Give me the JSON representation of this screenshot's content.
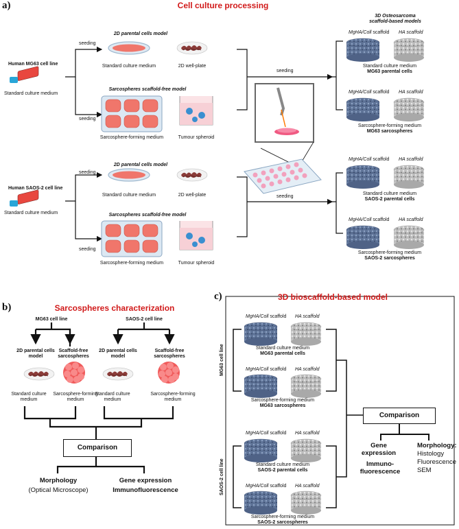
{
  "panel_a": {
    "letter": "a)",
    "title": "Cell culture processing",
    "models_title_l1": "3D Osteosarcoma",
    "models_title_l2": "scaffold-based models",
    "seeding": "seeding",
    "mg63": {
      "line": "Human MG63 cell line",
      "medium": "Standard culture medium",
      "parental_title": "2D parental cells model",
      "parental_medium": "Standard culture medium",
      "well_plate": "2D well-plate",
      "sarco_title": "Sarcospheres scaffold-free model",
      "sarco_medium": "Sarcosphere-forming medium",
      "spheroid": "Tumour spheroid",
      "out1_l1": "Standard culture medium",
      "out1_l2": "MG63 parental cells",
      "out2_l1": "Sarcosphere-forming medium",
      "out2_l2": "MG63 sarcospheres"
    },
    "saos": {
      "line": "Human SAOS-2 cell line",
      "medium": "Standard culture medium",
      "parental_title": "2D parental cells model",
      "parental_medium": "Standard culture medium",
      "well_plate": "2D well-plate",
      "sarco_title": "Sarcospheres scaffold-free model",
      "sarco_medium": "Sarcosphere-forming medium",
      "spheroid": "Tumour spheroid",
      "out1_l1": "Standard culture medium",
      "out1_l2": "SAOS-2 parental cells",
      "out2_l1": "Sarcosphere-forming medium",
      "out2_l2": "SAOS-2 sarcospheres"
    },
    "mghacoll_italic": "MgHA/Coll",
    "scaffold_word": " scaffold",
    "ha_scaffold": "HA scaffold"
  },
  "panel_b": {
    "letter": "b)",
    "title": "Sarcospheres characterization",
    "mg63_line": "MG63 cell line",
    "saos_line": "SAOS-2 cell line",
    "parental_l1": "2D parental cells",
    "parental_l2": "model",
    "free_l1": "Scaffold-free",
    "free_l2": "sarcospheres",
    "std_l1": "Standard culture",
    "std_l2": "medium",
    "sfm_l1": "Sarcosphere-forming",
    "sfm_l2": "medium",
    "comparison": "Comparison",
    "morph": "Morphology",
    "morph_sub": "(Optical Microscope)",
    "gene": "Gene expression",
    "immuno": "Immunofluorescence"
  },
  "panel_c": {
    "letter": "c)",
    "title": "3D bioscaffold-based model",
    "mg63_line": "MG63 cell line",
    "saos_line": "SAOS-2 cell line",
    "g1_l1": "Standard culture medium",
    "g1_l2": "MG63 parental cells",
    "g2_l1": "Sarcosphere-forming medium",
    "g2_l2": "MG63 sarcospheres",
    "g3_l1": "Standard culture medium",
    "g3_l2": "SAOS-2 parental cells",
    "g4_l1": "Sarcosphere-forming medium",
    "g4_l2": "SAOS-2 sarcospheres",
    "comparison": "Comparison",
    "gene_l1": "Gene",
    "gene_l2": "expression",
    "immuno_l1": "Immuno-",
    "immuno_l2": "fluorescence",
    "morph": "Morphology:",
    "histology": "Histology",
    "fluorescence": "Fluorescence",
    "sem": "SEM"
  },
  "colors": {
    "title_red": "#d11a1a",
    "dish_fill": "#f0766b",
    "dish_rim": "#9fb9cf",
    "tissue": "#8a3b38",
    "scaffold_blue": "#5e7397",
    "scaffold_grey": "#bdbdbd",
    "sphere": "#f05a5a",
    "flask_cap": "#29a6d8",
    "flask_body": "#e8473f"
  }
}
